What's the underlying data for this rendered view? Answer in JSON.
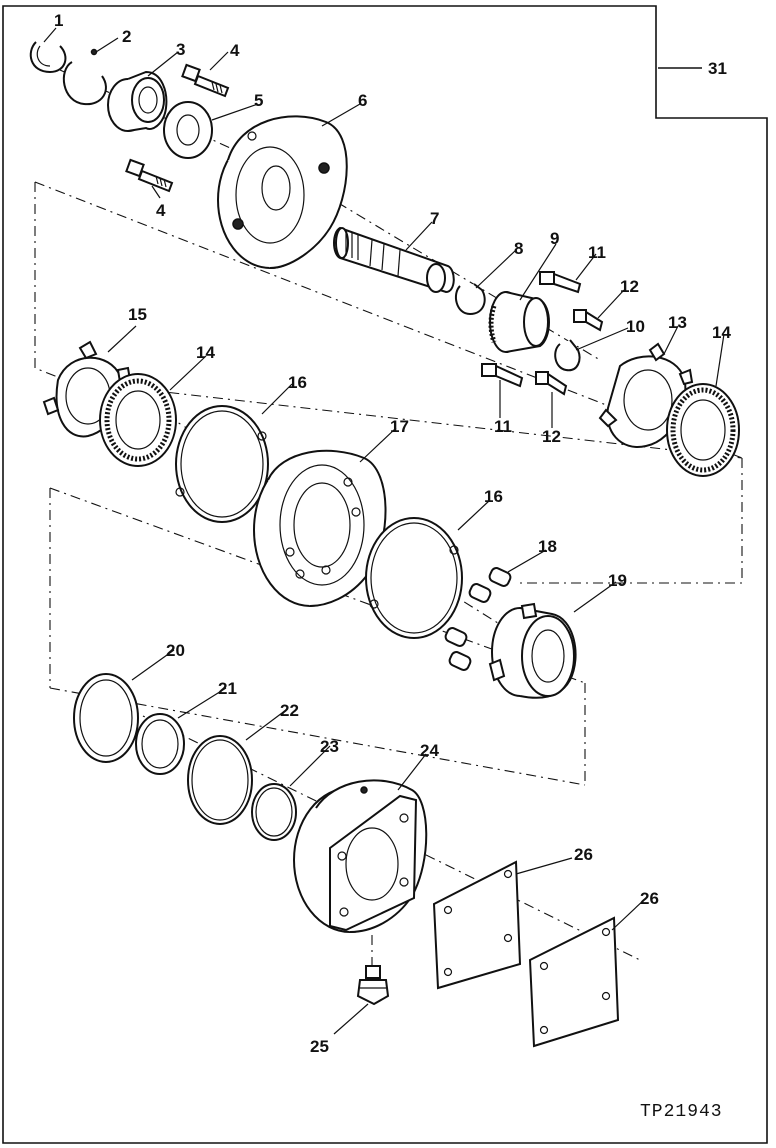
{
  "diagram": {
    "reference_code": "TP21943",
    "callouts": [
      {
        "id": "c1",
        "text": "1"
      },
      {
        "id": "c2",
        "text": "2"
      },
      {
        "id": "c3",
        "text": "3"
      },
      {
        "id": "c4a",
        "text": "4"
      },
      {
        "id": "c4b",
        "text": "4"
      },
      {
        "id": "c5",
        "text": "5"
      },
      {
        "id": "c6",
        "text": "6"
      },
      {
        "id": "c7",
        "text": "7"
      },
      {
        "id": "c8",
        "text": "8"
      },
      {
        "id": "c9",
        "text": "9"
      },
      {
        "id": "c10",
        "text": "10"
      },
      {
        "id": "c11a",
        "text": "11"
      },
      {
        "id": "c11b",
        "text": "11"
      },
      {
        "id": "c12a",
        "text": "12"
      },
      {
        "id": "c12b",
        "text": "12"
      },
      {
        "id": "c13",
        "text": "13"
      },
      {
        "id": "c14a",
        "text": "14"
      },
      {
        "id": "c14b",
        "text": "14"
      },
      {
        "id": "c15",
        "text": "15"
      },
      {
        "id": "c16a",
        "text": "16"
      },
      {
        "id": "c16b",
        "text": "16"
      },
      {
        "id": "c17",
        "text": "17"
      },
      {
        "id": "c18",
        "text": "18"
      },
      {
        "id": "c19",
        "text": "19"
      },
      {
        "id": "c20",
        "text": "20"
      },
      {
        "id": "c21",
        "text": "21"
      },
      {
        "id": "c22",
        "text": "22"
      },
      {
        "id": "c23",
        "text": "23"
      },
      {
        "id": "c24",
        "text": "24"
      },
      {
        "id": "c25",
        "text": "25"
      },
      {
        "id": "c26a",
        "text": "26"
      },
      {
        "id": "c26b",
        "text": "26"
      },
      {
        "id": "c31",
        "text": "31"
      }
    ]
  }
}
